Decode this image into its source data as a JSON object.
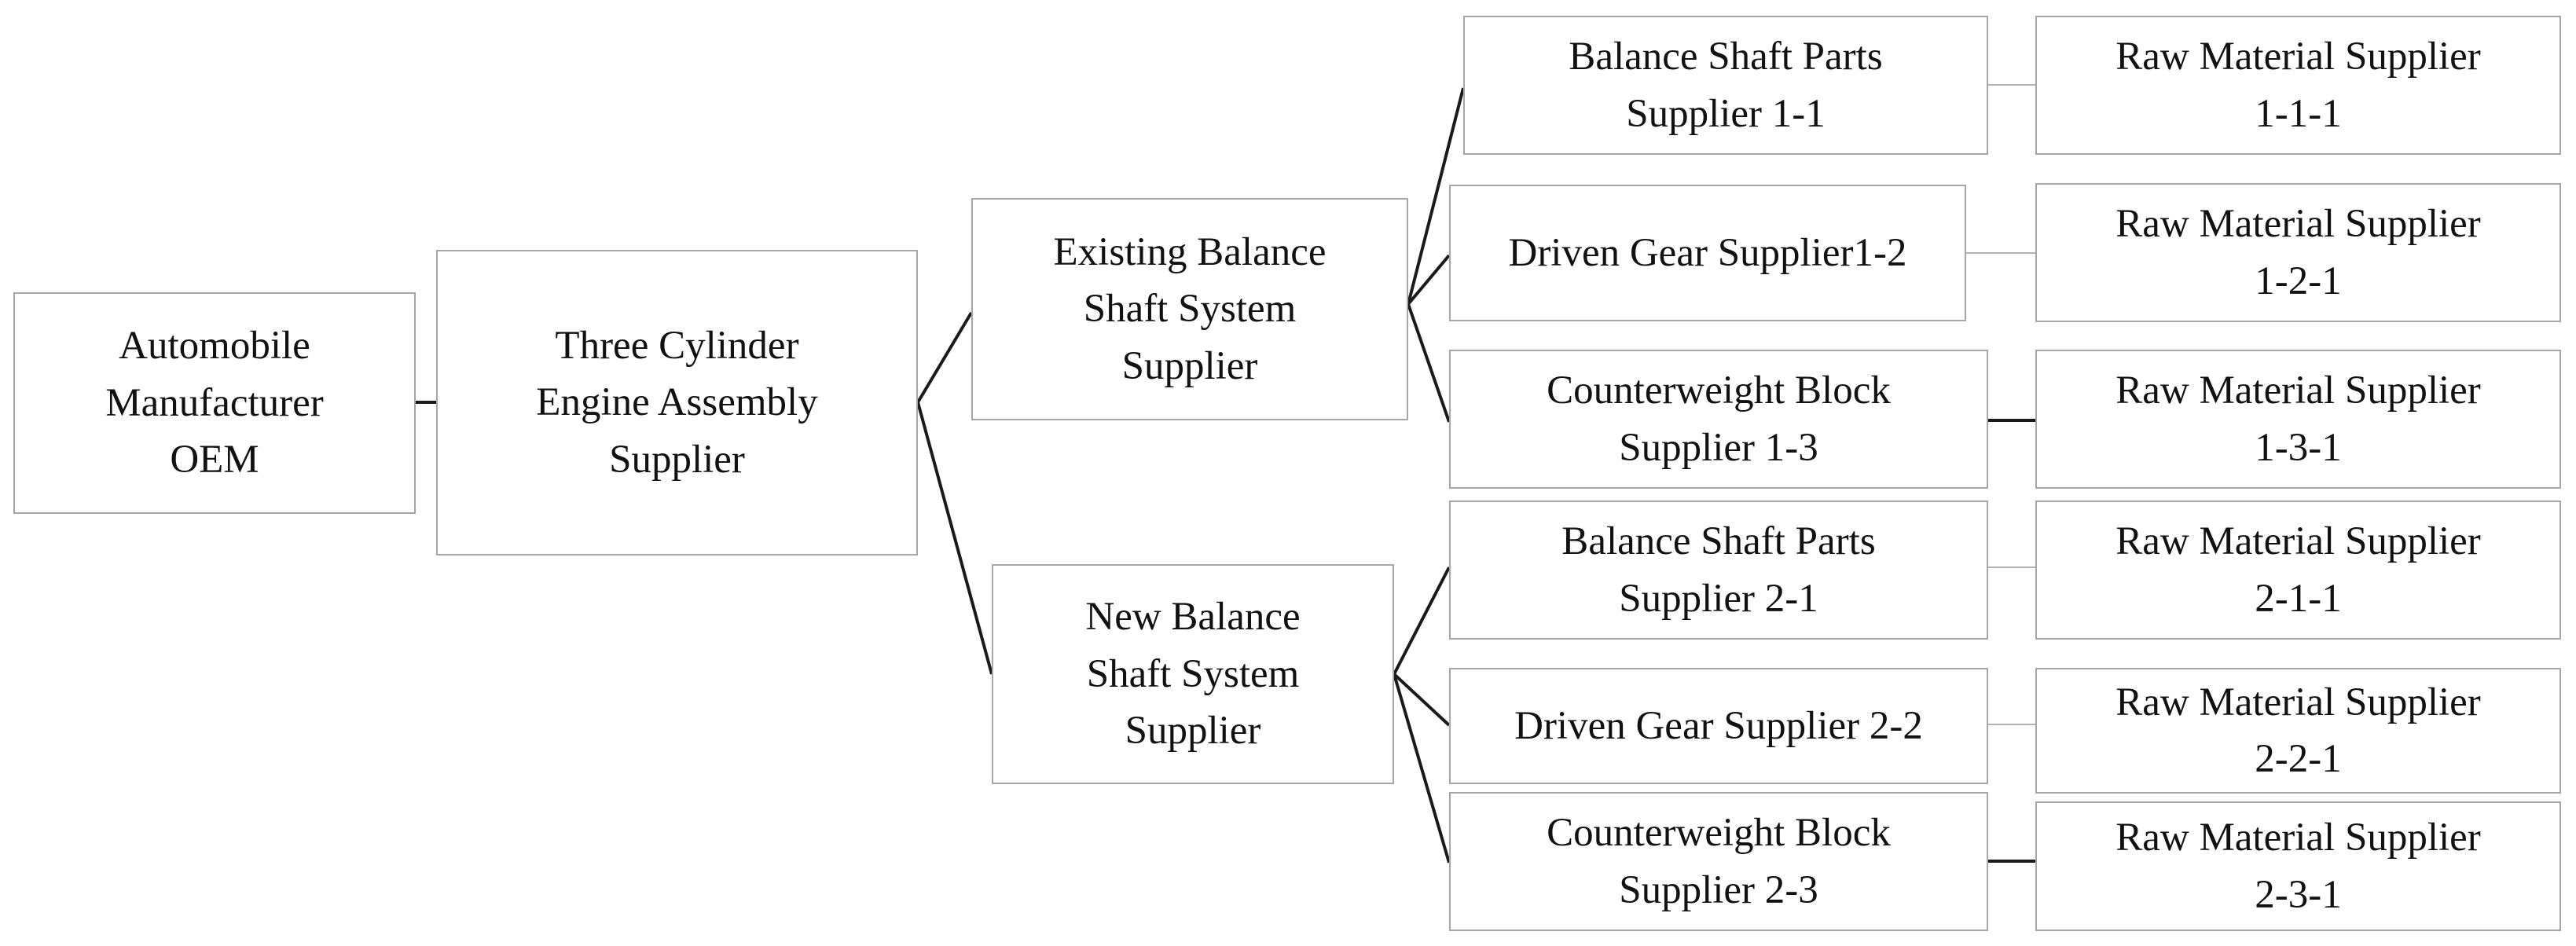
{
  "nodes": {
    "oem": "Automobile\nManufacturer\nOEM",
    "engine": "Three Cylinder\nEngine Assembly\nSupplier",
    "existing_system": "Existing Balance\nShaft System\nSupplier",
    "new_system": "New Balance\nShaft System\nSupplier",
    "parts_1_1": "Balance Shaft Parts\nSupplier 1-1",
    "gear_1_2": "Driven Gear Supplier1-2",
    "counter_1_3": "Counterweight Block\nSupplier 1-3",
    "parts_2_1": "Balance Shaft Parts\nSupplier 2-1",
    "gear_2_2": "Driven Gear Supplier 2-2",
    "counter_2_3": "Counterweight Block\nSupplier  2-3",
    "raw_1_1_1": "Raw Material Supplier\n1-1-1",
    "raw_1_2_1": "Raw Material Supplier\n1-2-1",
    "raw_1_3_1": "Raw Material Supplier\n1-3-1",
    "raw_2_1_1": "Raw Material Supplier\n2-1-1",
    "raw_2_2_1": "Raw Material Supplier\n2-2-1",
    "raw_2_3_1": "Raw Material Supplier\n2-3-1"
  },
  "colors": {
    "border": "#a6a6a6",
    "connector": "#1a1a1a",
    "thin_connector": "#b3b3b3",
    "text": "#111111"
  }
}
